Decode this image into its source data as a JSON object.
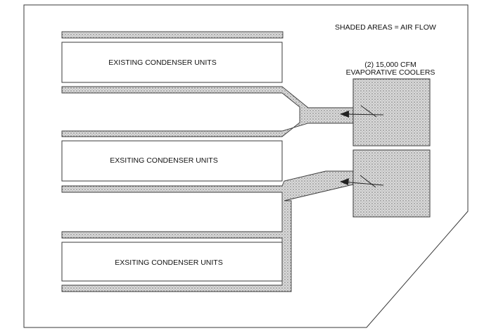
{
  "legend": "SHADED AREAS = AIR FLOW",
  "coolers_label": {
    "line1": "(2) 15,000 CFM",
    "line2": "EVAPORATIVE COOLERS"
  },
  "units": [
    {
      "label": "EXISTING CONDENSER UNITS"
    },
    {
      "label": "EXSITING CONDENSER UNITS"
    },
    {
      "label": "EXSITING CONDENSER UNITS"
    }
  ],
  "colors": {
    "line": "#3a3a3a",
    "airflow_fill": "#d6d6d6",
    "airflow_dots": "#7a7a7a",
    "background": "#ffffff"
  }
}
